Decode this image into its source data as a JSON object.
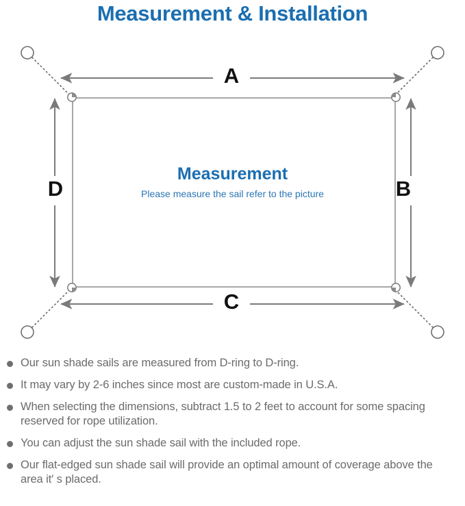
{
  "title": "Measurement & Installation",
  "colors": {
    "title_blue": "#1b6eb0",
    "center_blue": "#1b6eb0",
    "subtext_blue": "#2b76b4",
    "line_gray": "#7a7a7a",
    "sail_gray": "#8a8a8a",
    "text_gray": "#6b6b6b",
    "bullet_gray": "#6f6f6f",
    "background": "#ffffff"
  },
  "diagram": {
    "center_heading": "Measurement",
    "center_subtext": "Please measure the sail refer to the picture",
    "dimension_labels": {
      "top": "A",
      "right": "B",
      "bottom": "C",
      "left": "D"
    },
    "parts": {
      "anchor_point": "anchor-circle",
      "d_ring": "d-ring-loop",
      "rope": "dotted-rope-line",
      "measure_arrow": "double-headed-arrow",
      "sail": "rectangular-shade-sail"
    }
  },
  "notes": [
    "Our sun shade sails are measured from D-ring to D-ring.",
    "It may vary by 2-6 inches since most are custom-made in U.S.A.",
    "When selecting the dimensions, subtract 1.5 to 2 feet to account for some spacing reserved for rope utilization.",
    "You can adjust the sun shade sail with the included rope.",
    "Our flat-edged sun shade sail will provide an optimal amount of coverage above the area it′ s placed."
  ]
}
